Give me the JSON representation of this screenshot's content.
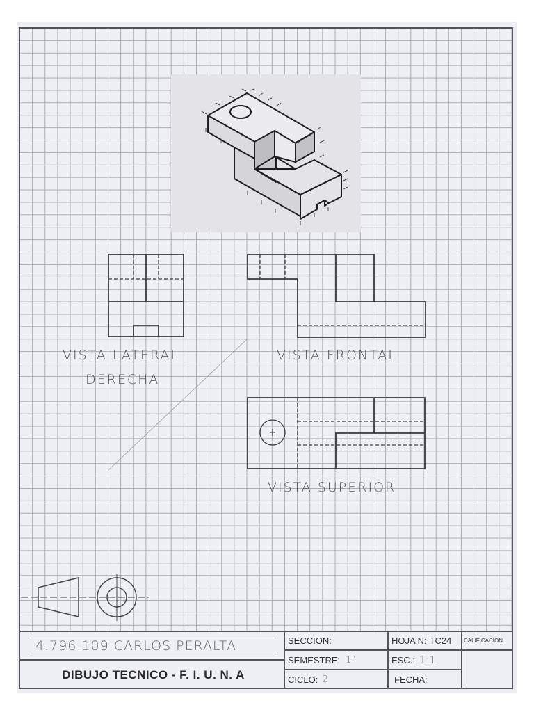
{
  "drawing": {
    "isometric_view": {
      "description": "Isometric sketch of stepped block with cylindrical hole on top and slot at front end"
    },
    "views": {
      "lateral": {
        "label_line1": "VISTA LATERAL",
        "label_line2": "DERECHA"
      },
      "frontal": {
        "label": "VISTA FRONTAL"
      },
      "superior": {
        "label": "VISTA SUPERIOR"
      }
    },
    "projection_symbol": {
      "description": "First-angle projection symbol: truncated cone and concentric circles"
    }
  },
  "title_block": {
    "student": "4.796.109  CARLOS PERALTA",
    "course": "DIBUJO  TECNICO -   F. I. U. N. A",
    "seccion_label": "SECCION:",
    "seccion_value": "",
    "semestre_label": "SEMESTRE:",
    "semestre_value": "1°",
    "ciclo_label": "CICLO:",
    "ciclo_value": "2",
    "hoja_label": "HOJA N:",
    "hoja_value": "TC24",
    "escala_label": "ESC.:",
    "escala_value": "1:1",
    "fecha_label": "FECHA:",
    "fecha_value": "",
    "calificacion_label": "CALIFICACION",
    "calificacion_value": ""
  },
  "colors": {
    "grid": "#a9abb3",
    "paper": "#eef0f5",
    "ink": "#444444",
    "border": "#555555"
  }
}
